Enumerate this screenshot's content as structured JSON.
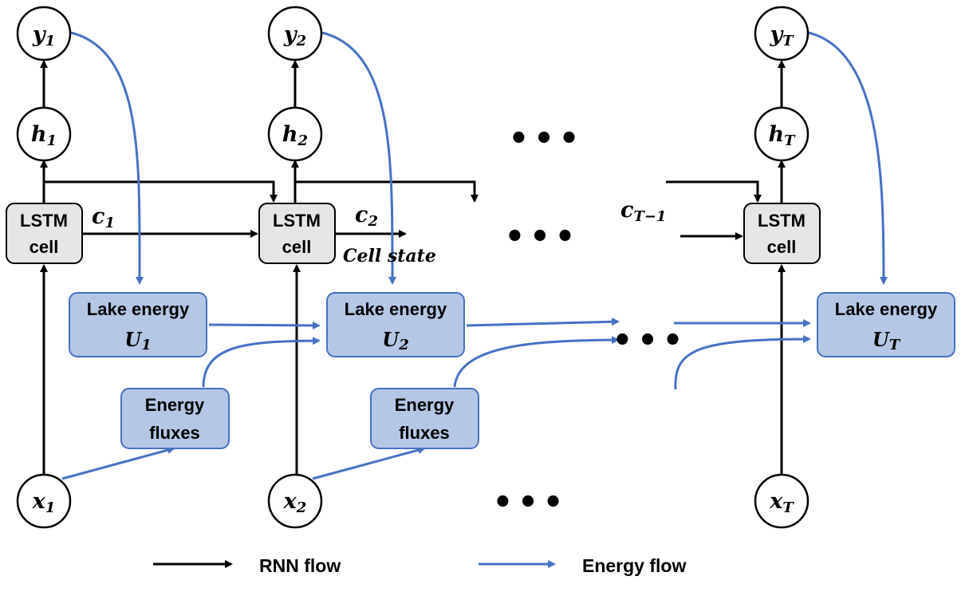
{
  "columns": [
    {
      "y_sym": "y",
      "y_sub": "1",
      "h_sym": "h",
      "h_sub": "1",
      "x_sym": "x",
      "x_sub": "1",
      "lstm_line1": "LSTM",
      "lstm_line2": "cell",
      "lake_line1": "Lake energy",
      "lake_sym": "U",
      "lake_sub": "1",
      "flux_line1": "Energy",
      "flux_line2": "fluxes"
    },
    {
      "y_sym": "y",
      "y_sub": "2",
      "h_sym": "h",
      "h_sub": "2",
      "x_sym": "x",
      "x_sub": "2",
      "lstm_line1": "LSTM",
      "lstm_line2": "cell",
      "lake_line1": "Lake energy",
      "lake_sym": "U",
      "lake_sub": "2",
      "flux_line1": "Energy",
      "flux_line2": "fluxes"
    },
    {
      "y_sym": "y",
      "y_sub": "T",
      "h_sym": "h",
      "h_sub": "T",
      "x_sym": "x",
      "x_sub": "T",
      "lstm_line1": "LSTM",
      "lstm_line2": "cell",
      "lake_line1": "Lake energy",
      "lake_sym": "U",
      "lake_sub": "T"
    }
  ],
  "cell_labels": {
    "c1_sym": "c",
    "c1_sub": "1",
    "c2_sym": "c",
    "c2_sub": "2",
    "cT_sym": "c",
    "cT_sub": "T−1",
    "cell_state": "Cell state"
  },
  "ellipsis": "•••",
  "legend": {
    "rnn_label": "RNN flow",
    "energy_label": "Energy flow",
    "rnn_color": "#000000",
    "energy_color": "#4472c4"
  }
}
